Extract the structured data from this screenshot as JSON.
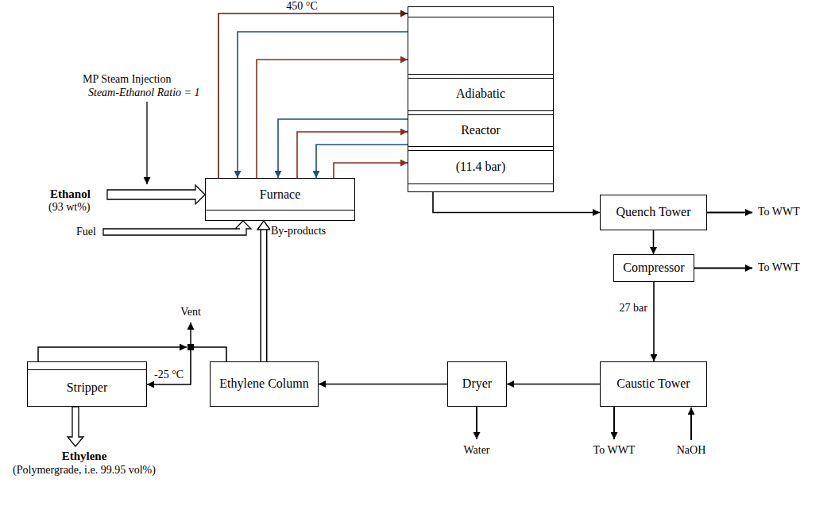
{
  "diagram": {
    "nodes": [
      {
        "text": [
          "Furnace"
        ]
      },
      {
        "text": [
          "Adiabatic",
          "Reactor",
          "(11.4 bar)"
        ]
      },
      {
        "text": [
          "Quench Tower"
        ]
      },
      {
        "text": [
          "Compressor"
        ]
      },
      {
        "text": [
          "Caustic Tower"
        ]
      },
      {
        "text": [
          "Dryer"
        ]
      },
      {
        "text": [
          "Ethylene Column"
        ]
      },
      {
        "text": [
          "Stripper"
        ]
      }
    ],
    "edges": [
      {
        "from": 0,
        "to": 1,
        "arrow": "to",
        "label": "450 °C"
      },
      {
        "from": 1,
        "to": 0,
        "arrow": "to"
      },
      {
        "from": 0,
        "to": 1,
        "arrow": "to"
      },
      {
        "from": 1,
        "to": 0,
        "arrow": "to"
      },
      {
        "from": 0,
        "to": 1,
        "arrow": "to"
      },
      {
        "from": 1,
        "to": 0,
        "arrow": "to"
      },
      {
        "from": 0,
        "to": 1,
        "arrow": "to"
      },
      {
        "from": 1,
        "to": 2,
        "arrow": "to"
      },
      {
        "from": 2,
        "to": 3,
        "arrow": "to"
      },
      {
        "from": 3,
        "to": 4,
        "arrow": "to",
        "label": "27 bar"
      },
      {
        "from": 4,
        "to": 5,
        "arrow": "to"
      },
      {
        "from": 5,
        "to": 6,
        "arrow": "to"
      },
      {
        "from": 6,
        "to": 0,
        "arrow": "to",
        "label": "By-products"
      },
      {
        "from": 6,
        "to": 7,
        "arrow": "to"
      }
    ],
    "labels": [
      "MP Steam Injection",
      "Steam-Ethanol Ratio = 1",
      "Ethanol",
      "(93 wt%)",
      "Fuel",
      "Vent",
      "-25 °C",
      "Ethylene",
      "(Polymergrade, i.e. 99.95 vol%)",
      "To WWT",
      "To WWT",
      "Water",
      "To WWT",
      "NaOH"
    ]
  }
}
